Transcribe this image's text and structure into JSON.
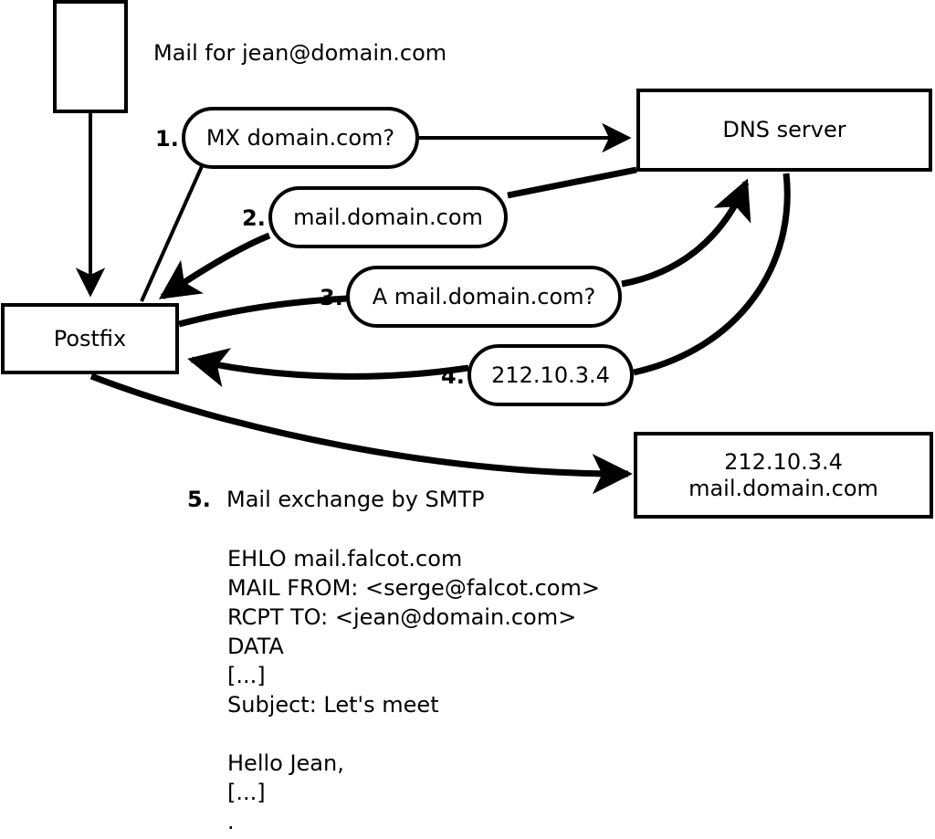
{
  "diagram": {
    "title_text": "Mail for jean@domain.com",
    "nodes": {
      "sender": {
        "label": ""
      },
      "postfix": {
        "label": "Postfix"
      },
      "dns": {
        "label": "DNS server"
      },
      "target": {
        "line1": "212.10.3.4",
        "line2": "mail.domain.com"
      }
    },
    "steps": [
      {
        "num": "1.",
        "label": "MX domain.com?"
      },
      {
        "num": "2.",
        "label": "mail.domain.com"
      },
      {
        "num": "3.",
        "label": "A mail.domain.com?"
      },
      {
        "num": "4.",
        "label": "212.10.3.4"
      },
      {
        "num": "5.",
        "label": "Mail exchange by SMTP"
      }
    ],
    "transcript": {
      "lines": [
        "EHLO mail.falcot.com",
        "MAIL FROM: <serge@falcot.com>",
        "RCPT TO: <jean@domain.com>",
        "DATA",
        "[...]",
        "Subject: Let's meet",
        "",
        "Hello Jean,",
        "[...]",
        "."
      ]
    },
    "colors": {
      "stroke": "#000000",
      "fill": "#ffffff",
      "text": "#000000"
    }
  }
}
